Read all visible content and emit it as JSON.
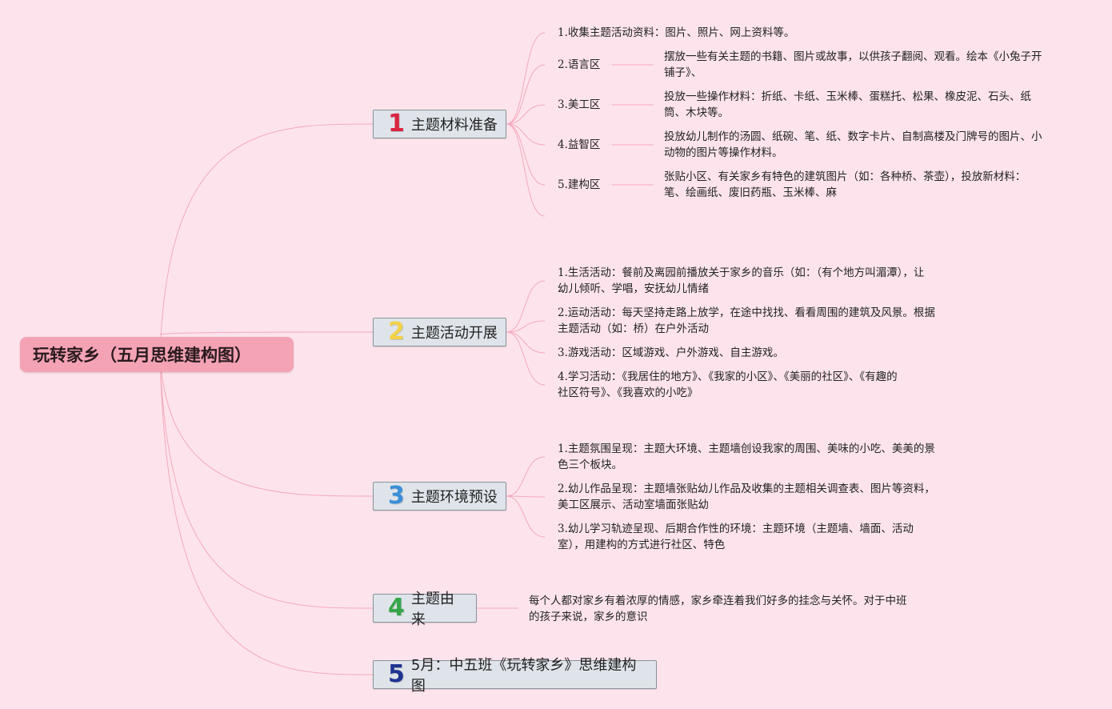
{
  "root": {
    "title": "玩转家乡（五月思维建构图）"
  },
  "colors": {
    "link": "#f3a9bd",
    "n1": "#d9243f",
    "n2": "#f3d24a",
    "n3": "#3a8fd8",
    "n4": "#35a64a",
    "n5": "#1e3590"
  },
  "topics": [
    {
      "num": "1",
      "label": "主题材料准备",
      "items": [
        {
          "text": "1.收集主题活动资料：图片、照片、网上资料等。"
        },
        {
          "text": "2.语言区",
          "detail": [
            "摆放一些有关主题的书籍、图片或故事，以供孩子翻阅、观看。绘本《小兔子开",
            "铺子》、"
          ]
        },
        {
          "text": "3.美工区",
          "detail": [
            "投放一些操作材料：折纸、卡纸、玉米棒、蛋糕托、松果、橡皮泥、石头、纸",
            "筒、木块等。"
          ]
        },
        {
          "text": "4.益智区",
          "detail": [
            "投放幼儿制作的汤圆、纸碗、笔、纸、数字卡片、自制高楼及门牌号的图片、小",
            "动物的图片等操作材料。"
          ]
        },
        {
          "text": "5.建构区",
          "detail": [
            "张贴小区、有关家乡有特色的建筑图片（如：各种桥、茶壶），投放新材料：",
            "笔、绘画纸、废旧药瓶、玉米棒、麻"
          ]
        }
      ]
    },
    {
      "num": "2",
      "label": "主题活动开展",
      "items": [
        {
          "lines": [
            "1.生活活动：餐前及离园前播放关于家乡的音乐（如：（有个地方叫湄潭），让",
            "幼儿倾听、学唱，安抚幼儿情绪"
          ]
        },
        {
          "lines": [
            "2.运动活动：每天坚持走路上放学，在途中找找、看看周围的建筑及风景。根据",
            "主题活动（如：桥）在户外活动"
          ]
        },
        {
          "lines": [
            "3.游戏活动：区域游戏、户外游戏、自主游戏。"
          ]
        },
        {
          "lines": [
            "4.学习活动：《我居住的地方》、《我家的小区》、《美丽的社区》、《有趣的",
            "社区符号》、《我喜欢的小吃》"
          ]
        }
      ]
    },
    {
      "num": "3",
      "label": "主题环境预设",
      "items": [
        {
          "lines": [
            "1.主题氛围呈现：主题大环境、主题墙创设我家的周围、美味的小吃、美美的景",
            "色三个板块。"
          ]
        },
        {
          "lines": [
            "2.幼儿作品呈现：主题墙张贴幼儿作品及收集的主题相关调查表、图片等资料，",
            "美工区展示、活动室墙面张贴幼"
          ]
        },
        {
          "lines": [
            "3.幼儿学习轨迹呈现、后期合作性的环境：主题环境（主题墙、墙面、活动",
            "室），用建构的方式进行社区、特色"
          ]
        }
      ]
    },
    {
      "num": "4",
      "label": "主题由来",
      "items": [
        {
          "lines": [
            "每个人都对家乡有着浓厚的情感，家乡牵连着我们好多的挂念与关怀。对于中班",
            "的孩子来说，家乡的意识"
          ]
        }
      ]
    },
    {
      "num": "5",
      "label": "5月：中五班《玩转家乡》思维建构图",
      "items": []
    }
  ]
}
